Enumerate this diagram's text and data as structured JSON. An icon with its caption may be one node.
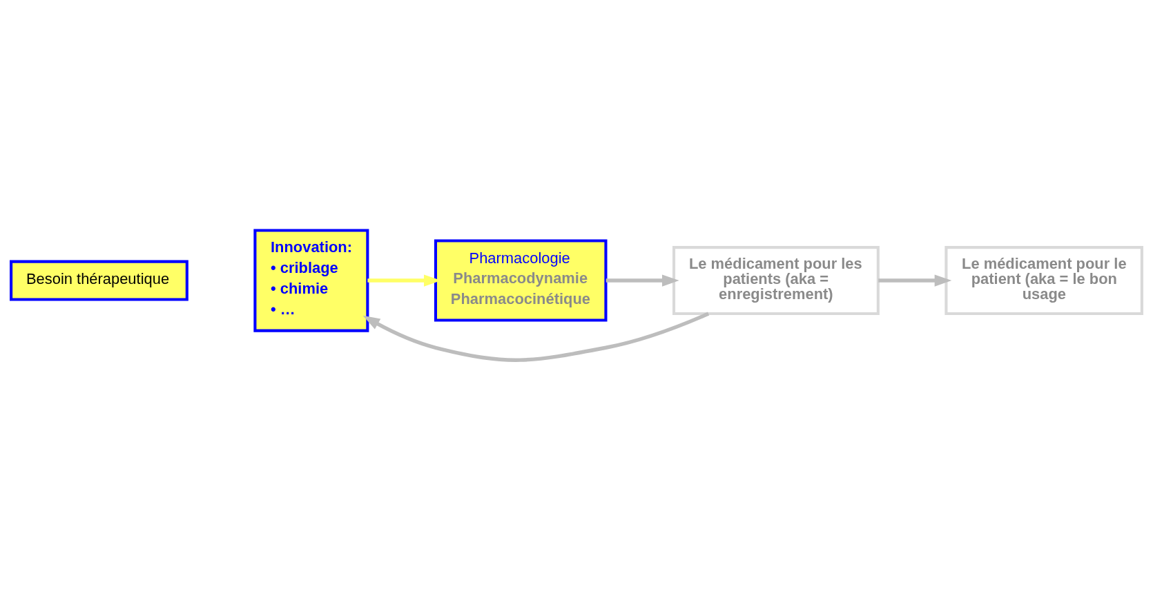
{
  "diagram": {
    "nodes": [
      {
        "text": [
          "Besoin thérapeutique"
        ]
      },
      {
        "text": [
          "Innovation:",
          "• criblage",
          "• chimie",
          "• …"
        ]
      },
      {
        "text": [
          "Pharmacologie",
          "Pharmacodynamie",
          "Pharmacocinétique"
        ]
      },
      {
        "text": [
          "Le médicament pour les patients (aka = enregistrement)"
        ]
      },
      {
        "text": [
          "Le médicament pour le patient (aka = le bon usage"
        ]
      }
    ],
    "edges": [
      {
        "from": 1,
        "to": 2,
        "arrow": "to",
        "color": "#ffff66"
      },
      {
        "from": 2,
        "to": 3,
        "arrow": "to"
      },
      {
        "from": 3,
        "to": 4,
        "arrow": "to"
      },
      {
        "from": 3,
        "to": 1,
        "arrow": "to"
      }
    ]
  }
}
